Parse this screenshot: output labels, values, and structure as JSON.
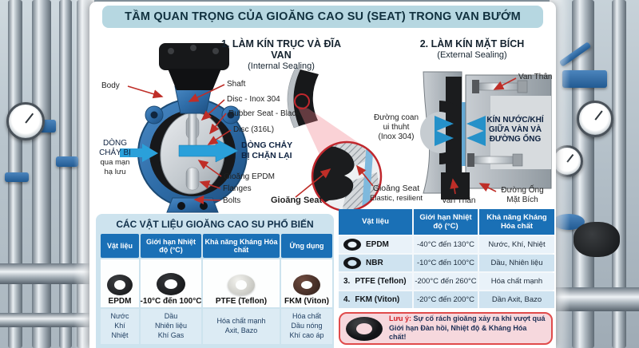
{
  "title": "TẦM QUAN TRỌNG CỦA GIOĂNG CAO SU (SEAT) TRONG VAN BƯỚM",
  "valve": {
    "body": "Body",
    "shaft": "Shaft",
    "disc_inox": "Disc - Inox 304",
    "rubber_seat": "Rubber Seat - Black",
    "disc_316l": "Disc (316L)",
    "gioang_epdm": "Gioăng EPDM",
    "flanges": "Flanges",
    "bolts": "Bolts",
    "flow_blocked": [
      "DÒNG CHẢY",
      "BỊ CHẶN LẠI"
    ],
    "flow_in": [
      "DÒNG",
      "CHẢY BỊ",
      "qua mạn",
      "hạ lưu"
    ]
  },
  "section1": {
    "heading": "1. LÀM KÍN TRỤC VÀ ĐĨA VAN",
    "subheading": "(Internal Sealing)",
    "seat_label_left": "Gioăng Seat",
    "seat_label_right": [
      "Gioăng Seat",
      "Elastic, resilient"
    ]
  },
  "section2": {
    "heading": "2. LÀM KÍN MẶT BÍCH",
    "subheading": "(External Sealing)",
    "van_than_top": "Van Thân",
    "duong_coan": [
      "Đường coan",
      "ui thuht",
      "(Inox 304)"
    ],
    "kin_nuoc": [
      "KÍN NƯỚC/KHÍ",
      "GIỮA VÀN VÀ",
      "ĐƯỜNG ỐNG"
    ],
    "van_than_bottom": "Van Thân",
    "duong_ong": [
      "Đường Ống",
      "Mặt Bích"
    ]
  },
  "left_table": {
    "title": "CÁC VẬT LIỆU GIOĂNG CAO SU PHỔ BIẾN",
    "headers": [
      "Vật liệu",
      "Giới hạn Nhiệt độ (°C)",
      "Khả năng Kháng Hóa chất",
      "Ứng dụng"
    ],
    "names": [
      "EPDM",
      "-10°C đến 100°C",
      "PTFE (Teflon)",
      "FKM (Viton)"
    ],
    "apps": [
      [
        "Nước",
        "Khí",
        "Nhiệt"
      ],
      [
        "Dầu",
        "Nhiên liệu",
        "Khí Gas"
      ],
      [
        "Hóa chất mạnh",
        "Axit, Bazo",
        ""
      ],
      [
        "Hóa chất",
        "Dầu nóng",
        "Khí cao áp"
      ]
    ]
  },
  "right_table": {
    "headers": [
      "Vật liệu",
      "Giới hạn Nhiệt độ (°C)",
      "Khả năng Kháng Hóa chất"
    ],
    "rows": [
      {
        "num": "",
        "name": "EPDM",
        "temp": "-40°C đến 130°C",
        "chem": "Nước, Khí, Nhiệt"
      },
      {
        "num": "",
        "name": "NBR",
        "temp": "-10°C đến 100°C",
        "chem": "Dầu, Nhiên liệu"
      },
      {
        "num": "3.",
        "name": "PTFE (Teflon)",
        "temp": "-200°C đến 260°C",
        "chem": "Hóa chất mạnh"
      },
      {
        "num": "4.",
        "name": "FKM (Viton)",
        "temp": "-20°C đến 200°C",
        "chem": "Dần Axit, Bazo"
      }
    ]
  },
  "note": {
    "label": "Lưu ý:",
    "text": "Sự cố rách gioăng xảy ra khi vượt quá Giới hạn Đàn hồi, Nhiệt độ & Kháng Hóa chất!"
  }
}
